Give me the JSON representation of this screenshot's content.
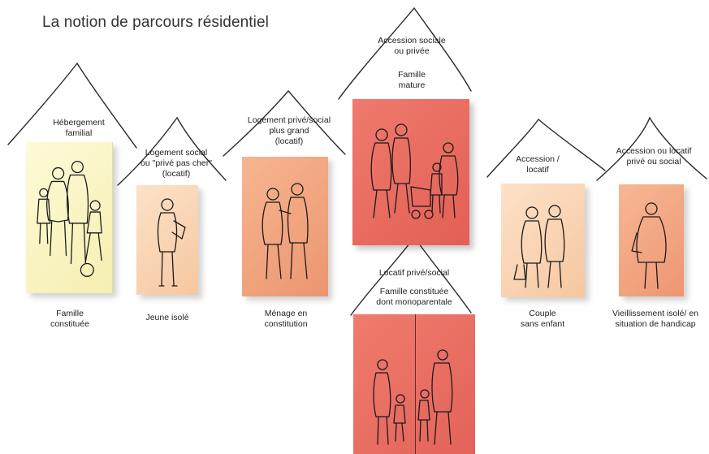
{
  "title": "La notion de parcours résidentiel",
  "stages": [
    {
      "housing": [
        "Hébergement",
        "familial"
      ],
      "household": [
        "Famille",
        "constituée"
      ]
    },
    {
      "housing": [
        "Logement social",
        "ou \"privé pas cher\"",
        "(locatif)"
      ],
      "household": [
        "Jeune isolé"
      ]
    },
    {
      "housing": [
        "Logement privé/social",
        "plus grand",
        "(locatif)"
      ],
      "household": [
        "Ménage en",
        "constitution"
      ]
    },
    {
      "housing": [
        "Accession sociale",
        "ou privée"
      ],
      "household": [
        "Famille",
        "mature"
      ]
    },
    {
      "housing": [
        "Locatif privé/social"
      ],
      "household": [
        "Famille constituée",
        "dont monoparentale"
      ]
    },
    {
      "housing": [
        "Accession /",
        "locatif"
      ],
      "household": [
        "Couple",
        "sans enfant"
      ]
    },
    {
      "housing": [
        "Accession ou locatif",
        "privé ou social"
      ],
      "household": [
        "Vieillissement isolé/ en",
        "situation de handicap"
      ]
    }
  ],
  "colors": {
    "stage1": "#f8f1b8",
    "stage2": "#f9d2b0",
    "stage3": "#f0a37c",
    "stage4": "#e8685d",
    "stage5": "#e8695f",
    "stage6": "#f9d2b0",
    "stage7": "#f2a47f"
  }
}
